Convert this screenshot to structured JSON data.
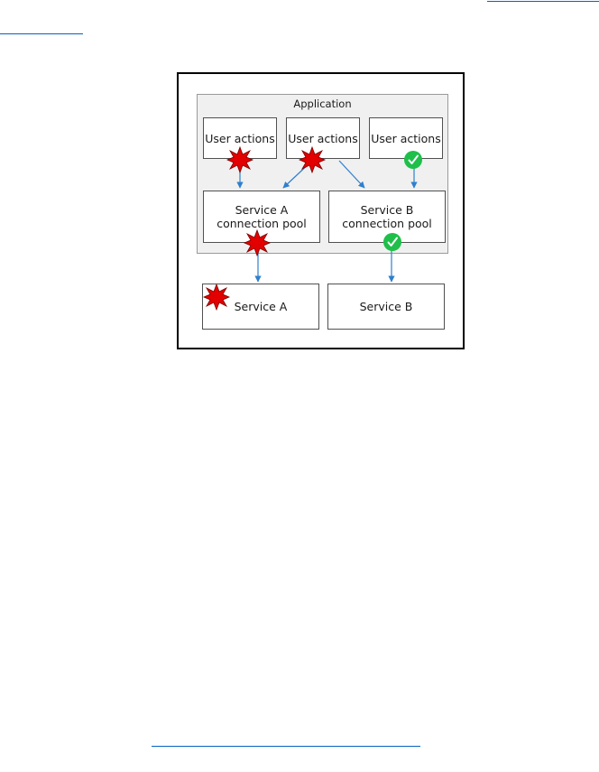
{
  "diagram": {
    "application_label": "Application",
    "user_actions": [
      {
        "label": "User actions",
        "status": "failure"
      },
      {
        "label": "User actions",
        "status": "failure"
      },
      {
        "label": "User actions",
        "status": "success"
      }
    ],
    "connection_pools": [
      {
        "label": "Service A\nconnection pool",
        "status": "failure"
      },
      {
        "label": "Service B\nconnection pool",
        "status": "success"
      }
    ],
    "services": [
      {
        "label": "Service A",
        "status": "failure"
      },
      {
        "label": "Service B",
        "status": "ok"
      }
    ]
  },
  "colors": {
    "arrow": "#2f7fce",
    "failure_fill": "#e30000",
    "failure_stroke": "#7a0000",
    "success_fill": "#1fbf4a",
    "link": "#0563c1"
  },
  "icons": {
    "failure": "red-explosion-star-icon",
    "success": "green-checkmark-icon"
  }
}
